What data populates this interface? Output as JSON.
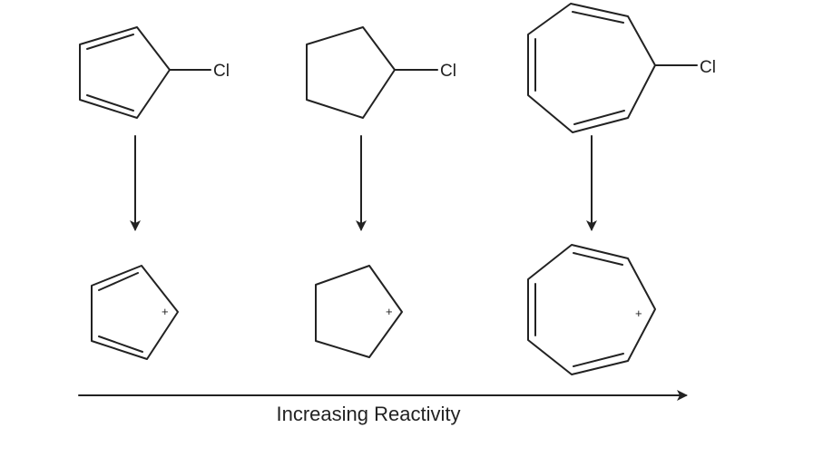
{
  "diagram": {
    "substituent_label": "Cl",
    "charge_label": "+",
    "axis_label": "Increasing Reactivity",
    "molecules": [
      {
        "name": "chlorocyclopentadiene"
      },
      {
        "name": "chlorocyclopentane"
      },
      {
        "name": "chlorocycloheptatriene"
      }
    ],
    "cations": [
      {
        "name": "cyclopentadienyl-cation"
      },
      {
        "name": "cyclopentyl-cation"
      },
      {
        "name": "tropylium-cation"
      }
    ]
  }
}
